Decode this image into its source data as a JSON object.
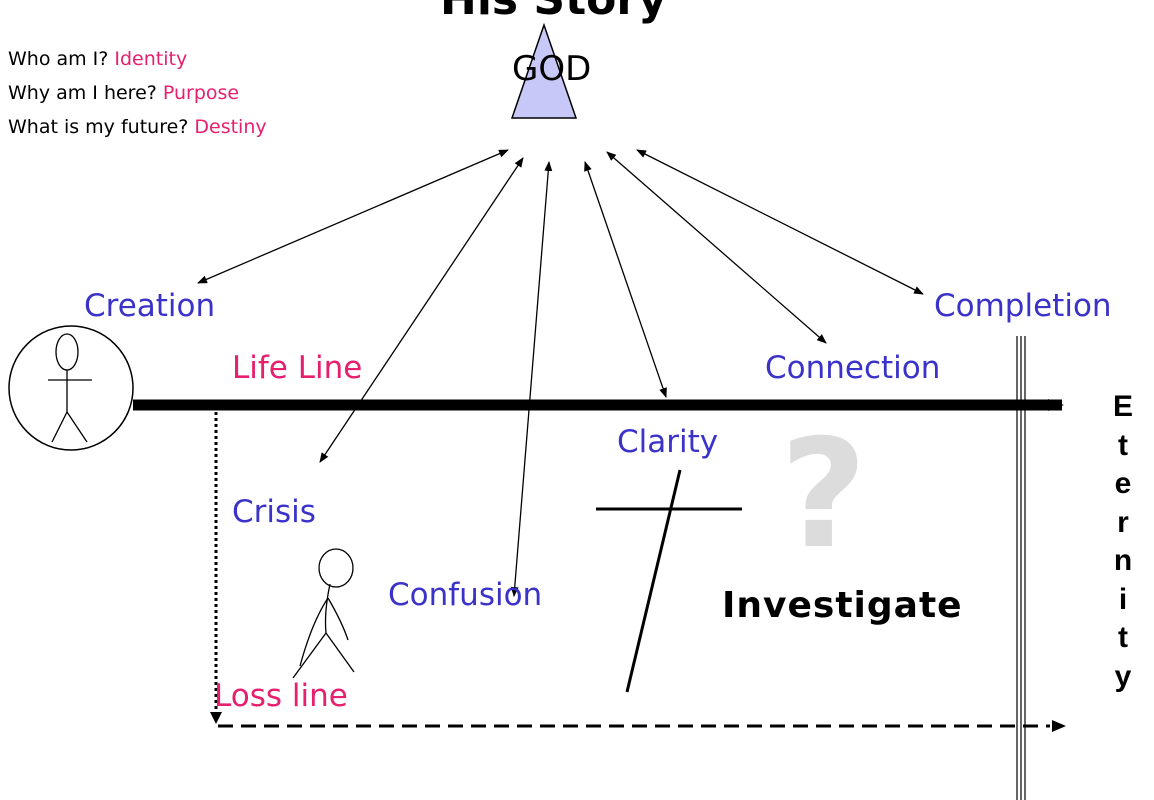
{
  "title": "His Story",
  "top_node": {
    "label": "GOD",
    "fill": "#c8c8f8"
  },
  "questions": [
    {
      "question": "Who am I?",
      "answer": "Identity"
    },
    {
      "question": "Why am I here?",
      "answer": "Purpose"
    },
    {
      "question": "What is my future?",
      "answer": "Destiny"
    }
  ],
  "stages": {
    "creation": "Creation",
    "completion": "Completion",
    "connection": "Connection",
    "clarity": "Clarity",
    "crisis": "Crisis",
    "confusion": "Confusion"
  },
  "lines": {
    "life_line": "Life Line",
    "loss_line": "Loss line"
  },
  "investigate": "Investigate",
  "question_mark": "?",
  "eternity": "Eternity",
  "colors": {
    "stage_blue": "#3b33c9",
    "line_pink": "#e6206e",
    "question_gray": "#dcdcdc"
  }
}
